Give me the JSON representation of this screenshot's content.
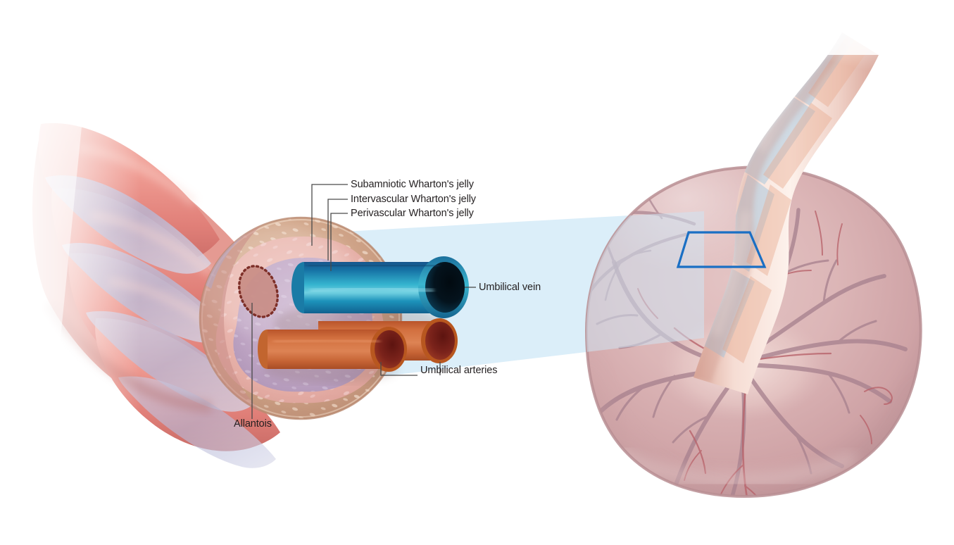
{
  "illustration": {
    "subject": "Umbilical cord cross-section and placenta",
    "background_color": "#ffffff"
  },
  "labels": {
    "subamniotic": "Subamniotic Wharton's jelly",
    "intervascular": "Intervascular Wharton's jelly",
    "perivascular": "Perivascular Wharton's jelly",
    "umbilical_vein": "Umbilical vein",
    "umbilical_arteries": "Umbilical arteries",
    "allantois": "Allantois"
  },
  "colors": {
    "label_text": "#231f20",
    "leader_line": "#4a4a4a",
    "callout_box": "#1a6fc4",
    "magnifier_cone": "#d6ecf8",
    "vein_body": "#1b8fb5",
    "vein_dark": "#0d3f6b",
    "vein_lumen": "#05161f",
    "vein_rim": "#2a9fc0",
    "artery_body": "#d2703f",
    "artery_lumen": "#7d1f18",
    "artery_rim": "#b8571f",
    "subamniotic_ring": "#cfa183",
    "intervascular_jelly": "#e9b6ae",
    "perivascular_jelly": "#c2aac6",
    "cord_pink": "#e8928a",
    "cord_groove": "#b9b6d4",
    "placenta_body": "#d8b2b4",
    "placenta_rim": "#b98e93",
    "placenta_vessel": "#a8828f",
    "placenta_vessel_red": "#b8636b",
    "allantois_fill": "#c98d86",
    "allantois_dots": "#7d2f28"
  },
  "structures": [
    {
      "name": "umbilical-cord-coiled",
      "description": "Left coiled umbilical cord fading to the left"
    },
    {
      "name": "cord-cross-section",
      "description": "Circular cut face showing Wharton's jelly layers"
    },
    {
      "name": "umbilical-vein",
      "description": "Single large blue vein cylinder"
    },
    {
      "name": "umbilical-arteries",
      "description": "Two orange artery cylinders"
    },
    {
      "name": "allantois",
      "description": "Dotted oval remnant in jelly"
    },
    {
      "name": "placenta",
      "description": "Right fetal surface of placenta with chorionic vessels"
    },
    {
      "name": "magnification-cone",
      "description": "Light blue wedge linking callout box to cross-section"
    },
    {
      "name": "callout-box",
      "description": "Blue trapezoid outline on the cord at the placenta"
    }
  ]
}
